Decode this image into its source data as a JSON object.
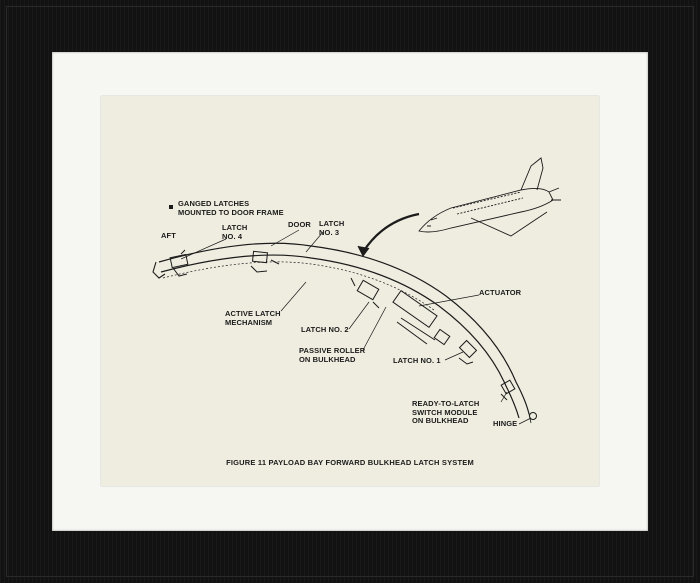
{
  "labels": {
    "ganged": "GANGED LATCHES\nMOUNTED TO DOOR FRAME",
    "aft": "AFT",
    "latch4": "LATCH\nNO. 4",
    "door": "DOOR",
    "latch3": "LATCH\nNO. 3",
    "actuator": "ACTUATOR",
    "active_latch": "ACTIVE LATCH\nMECHANISM",
    "latch2": "LATCH NO. 2",
    "passive_roller": "PASSIVE ROLLER\nON BULKHEAD",
    "latch1": "LATCH NO. 1",
    "ready_to_latch": "READY-TO-LATCH\nSWITCH MODULE\nON BULKHEAD",
    "hinge": "HINGE"
  },
  "caption": "FIGURE 11 PAYLOAD BAY FORWARD BULKHEAD LATCH SYSTEM",
  "colors": {
    "frame": "#121212",
    "mat": "#f6f6f2",
    "paper": "#efede0",
    "ink": "#1b1b1b"
  }
}
